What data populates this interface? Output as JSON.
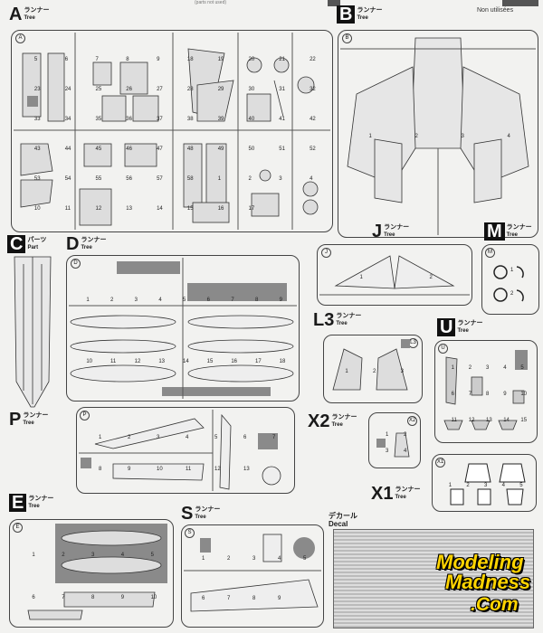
{
  "header": {
    "note": "(parts not used)",
    "non_utilisees": "Non utilisées"
  },
  "trees": {
    "A": {
      "letter": "A",
      "jp": "ランナー",
      "en": "Tree",
      "circle": "A"
    },
    "B": {
      "letter": "B",
      "jp": "ランナー",
      "en": "Tree",
      "circle": "B"
    },
    "C": {
      "letter": "C",
      "jp": "パーツ",
      "en": "Part"
    },
    "D": {
      "letter": "D",
      "jp": "ランナー",
      "en": "Tree",
      "circle": "D"
    },
    "J": {
      "letter": "J",
      "jp": "ランナー",
      "en": "Tree",
      "circle": "J"
    },
    "M": {
      "letter": "M",
      "jp": "ランナー",
      "en": "Tree",
      "circle": "M"
    },
    "L3": {
      "letter": "L3",
      "jp": "ランナー",
      "en": "Tree",
      "circle": "L3"
    },
    "U": {
      "letter": "U",
      "jp": "ランナー",
      "en": "Tree",
      "circle": "U"
    },
    "P": {
      "letter": "P",
      "jp": "ランナー",
      "en": "Tree",
      "circle": "P"
    },
    "X2": {
      "letter": "X2",
      "jp": "ランナー",
      "en": "Tree",
      "circle": "X2"
    },
    "X1": {
      "letter": "X1",
      "jp": "ランナー",
      "en": "Tree",
      "circle": "X1"
    },
    "E": {
      "letter": "E",
      "jp": "ランナー",
      "en": "Tree",
      "circle": "E"
    },
    "S": {
      "letter": "S",
      "jp": "ランナー",
      "en": "Tree",
      "circle": "S"
    }
  },
  "decal": {
    "jp": "デカール",
    "en": "Decal"
  },
  "logo": {
    "line1": "Modeling",
    "line2": "Madness",
    "line3": ".Com"
  },
  "part_numbers": {
    "A": [
      "5",
      "6",
      "7",
      "8",
      "9",
      "18",
      "19",
      "20",
      "21",
      "22",
      "23",
      "24",
      "25",
      "26",
      "27",
      "28",
      "29",
      "30",
      "31",
      "32",
      "33",
      "34",
      "35",
      "36",
      "37",
      "38",
      "39",
      "40",
      "41",
      "42",
      "43",
      "44",
      "45",
      "46",
      "47",
      "48",
      "49",
      "50",
      "51",
      "52",
      "53",
      "54",
      "55",
      "56",
      "57",
      "58",
      "1",
      "2",
      "3",
      "4",
      "10",
      "11",
      "12",
      "13",
      "14",
      "15",
      "16",
      "17"
    ],
    "D": [
      "1",
      "2",
      "3",
      "4",
      "5",
      "6",
      "7",
      "8",
      "9",
      "10",
      "11",
      "12",
      "13",
      "14",
      "15",
      "16",
      "17",
      "18"
    ],
    "J": [
      "1",
      "2"
    ],
    "M": [
      "1",
      "2"
    ],
    "L3": [
      "1",
      "2",
      "3"
    ],
    "U": [
      "1",
      "2",
      "3",
      "4",
      "5",
      "6",
      "7",
      "8",
      "9",
      "10",
      "11",
      "12",
      "13",
      "14",
      "15"
    ],
    "P": [
      "1",
      "2",
      "3",
      "4",
      "5",
      "6",
      "7",
      "8",
      "9",
      "10",
      "11",
      "12",
      "13"
    ],
    "X2": [
      "1",
      "2",
      "3",
      "4"
    ],
    "X1": [
      "1",
      "2",
      "3",
      "4",
      "5"
    ],
    "E": [
      "1",
      "2",
      "3",
      "4",
      "5",
      "6",
      "7",
      "8",
      "9",
      "10"
    ],
    "S": [
      "1",
      "2",
      "3",
      "4",
      "5",
      "6",
      "7",
      "8",
      "9"
    ],
    "B": [
      "1",
      "2",
      "3",
      "4"
    ]
  },
  "colors": {
    "frame": "#444444",
    "gray_part": "#8a8a8a",
    "logo_yellow": "#ffd400",
    "page": "#f2f2f0"
  }
}
